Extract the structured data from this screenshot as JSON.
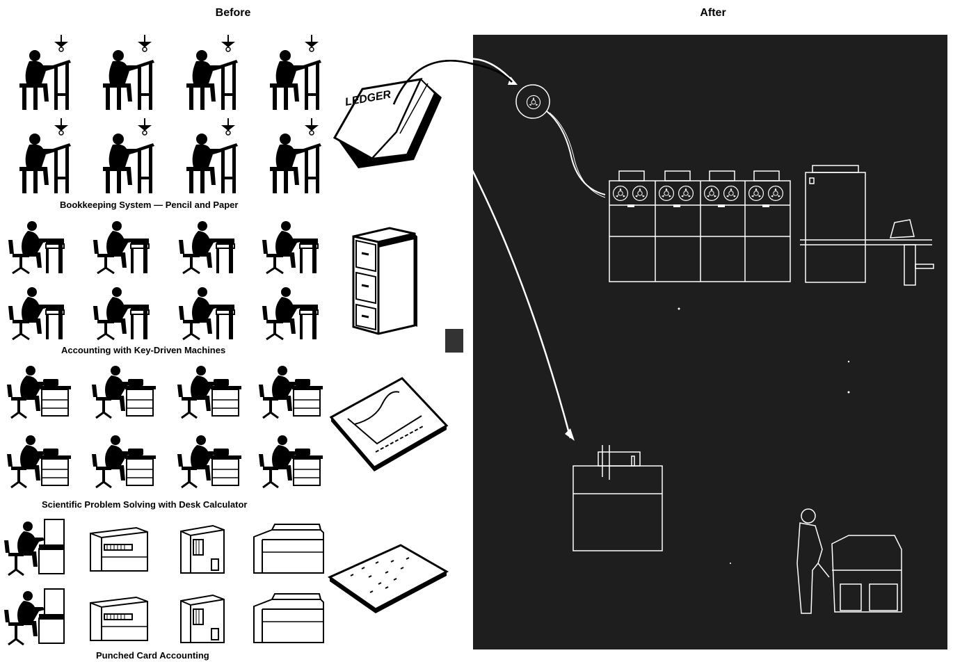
{
  "headers": {
    "before": "Before",
    "after": "After"
  },
  "sections": [
    {
      "caption": "Bookkeeping System — Pencil and Paper"
    },
    {
      "caption": "Accounting with Key-Driven Machines"
    },
    {
      "caption": "Scientific Problem Solving with Desk Calculator"
    },
    {
      "caption": "Punched Card Accounting"
    }
  ],
  "media": {
    "ledger_label": "LEDGER"
  },
  "colors": {
    "ink": "#000000",
    "panel": "#1e1e1e",
    "line": "#ffffff",
    "arrow": "#222222"
  },
  "icons": [
    "clerk-at-desk-icon",
    "typist-icon",
    "calculator-operator-icon",
    "card-machine-icon",
    "ledger-book-icon",
    "filing-cabinet-icon",
    "graph-sheet-icon",
    "punched-card-icon",
    "tape-reel-icon",
    "computer-system-icon",
    "operator-figure-icon",
    "transition-arrow-icon"
  ]
}
